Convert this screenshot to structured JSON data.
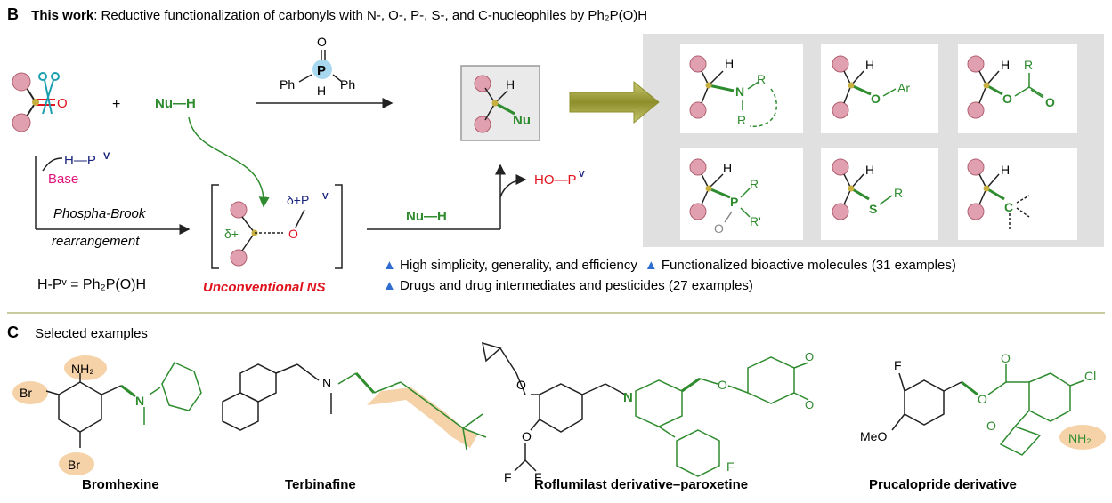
{
  "sectionB": {
    "letter": "B",
    "title_bold": "This work",
    "title_rest": ": Reductive functionalization of carbonyls with N-, O-, P-, S-, and C-nucleophiles by Ph₂P(O)H",
    "plus": "+",
    "nu_h": "Nu—H",
    "reagent_ph_left": "Ph",
    "reagent_ph_right": "Ph",
    "reagent_p": "P",
    "reagent_o": "O",
    "reagent_h": "H",
    "product_nu": "Nu",
    "product_h": "H",
    "hpv": "H—P",
    "superscript_v": "V",
    "base": "Base",
    "phospha_brook": "Phospha-Brook",
    "rearrangement": "rearrangement",
    "delta_plus_left": "δ+",
    "delta_plus_p": "δ+P",
    "intermediate_o": "O",
    "nu_h_2": "Nu—H",
    "ho_pv": "HO—P",
    "hpv_definition": "H-Pᵛ = Ph₂P(O)H",
    "unconventional": "Unconventional NS",
    "bullets": [
      "High simplicity, generality, and efficiency",
      "Functionalized bioactive molecules (31 examples)",
      "Drugs and drug intermediates and pesticides (27 examples)"
    ],
    "grid_labels": {
      "n_product": [
        "H",
        "N",
        "R'",
        "R"
      ],
      "o_ar": [
        "H",
        "O",
        "Ar"
      ],
      "ester": [
        "H",
        "R",
        "O",
        "O"
      ],
      "phosphine_oxide": [
        "H",
        "P",
        "R",
        "R'",
        "O"
      ],
      "thioether": [
        "H",
        "S",
        "R"
      ],
      "carbon": [
        "H",
        "C"
      ]
    }
  },
  "sectionC": {
    "letter": "C",
    "title": "Selected examples",
    "examples": [
      {
        "name": "Bromhexine",
        "labels": [
          "NH₂",
          "Br",
          "Br",
          "N"
        ]
      },
      {
        "name": "Terbinafine",
        "labels": [
          "N"
        ]
      },
      {
        "name": "Roflumilast derivative–paroxetine",
        "labels": [
          "O",
          "O",
          "F",
          "F",
          "N",
          "O",
          "O",
          "O",
          "F"
        ]
      },
      {
        "name": "Prucalopride derivative",
        "labels": [
          "F",
          "MeO",
          "O",
          "O",
          "Cl",
          "O",
          "NH₂"
        ]
      }
    ]
  },
  "colors": {
    "green": "#2e8b2e",
    "navy": "#1a237e",
    "pink": "#e0a0b0",
    "highlight": "#f5d2a8",
    "gray_panel": "#e0e0e0",
    "red": "#e0141e",
    "magenta": "#e0147a",
    "arrow_olive": "#a8a83c"
  }
}
